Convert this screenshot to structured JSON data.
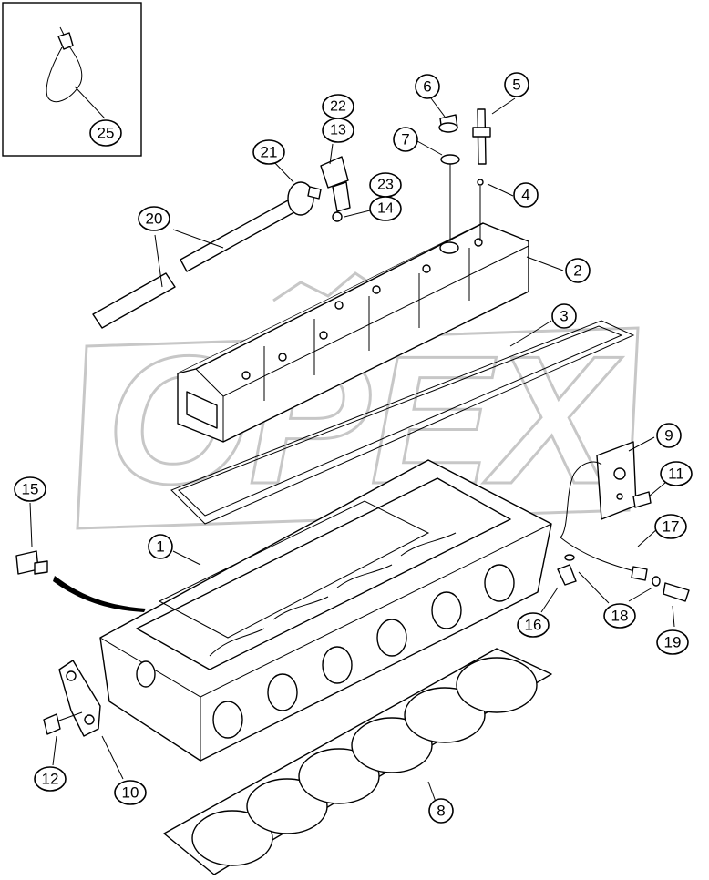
{
  "diagram": {
    "watermark": "OPEX",
    "callouts": [
      {
        "key": "c25",
        "label": "25"
      },
      {
        "key": "c22",
        "label": "22"
      },
      {
        "key": "c13",
        "label": "13"
      },
      {
        "key": "c6",
        "label": "6"
      },
      {
        "key": "c5",
        "label": "5"
      },
      {
        "key": "c7",
        "label": "7"
      },
      {
        "key": "c21",
        "label": "21"
      },
      {
        "key": "c4",
        "label": "4"
      },
      {
        "key": "c23",
        "label": "23"
      },
      {
        "key": "c14",
        "label": "14"
      },
      {
        "key": "c20",
        "label": "20"
      },
      {
        "key": "c2",
        "label": "2"
      },
      {
        "key": "c3",
        "label": "3"
      },
      {
        "key": "c9",
        "label": "9"
      },
      {
        "key": "c11",
        "label": "11"
      },
      {
        "key": "c15",
        "label": "15"
      },
      {
        "key": "c1",
        "label": "1"
      },
      {
        "key": "c17",
        "label": "17"
      },
      {
        "key": "c16",
        "label": "16"
      },
      {
        "key": "c18",
        "label": "18"
      },
      {
        "key": "c19",
        "label": "19"
      },
      {
        "key": "c12",
        "label": "12"
      },
      {
        "key": "c10",
        "label": "10"
      },
      {
        "key": "c8",
        "label": "8"
      }
    ]
  }
}
